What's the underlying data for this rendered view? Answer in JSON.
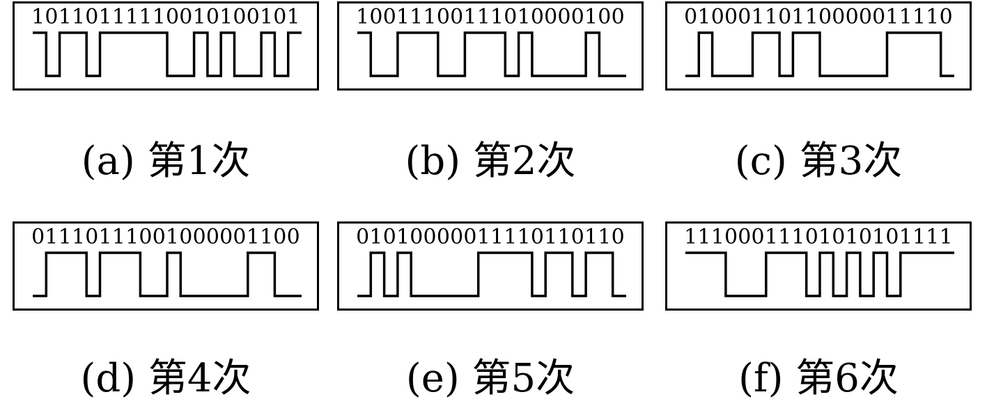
{
  "panels": [
    {
      "bits": "10110111110010100101",
      "caption": "(a) 第1次"
    },
    {
      "bits": "10011100111010000100",
      "caption": "(b) 第2次"
    },
    {
      "bits": "01000110110000011110",
      "caption": "(c) 第3次"
    },
    {
      "bits": "01110111001000001100",
      "caption": "(d) 第4次"
    },
    {
      "bits": "01010000011110110110",
      "caption": "(e) 第5次"
    },
    {
      "bits": "11100011101010101111",
      "caption": "(f) 第6次"
    }
  ]
}
